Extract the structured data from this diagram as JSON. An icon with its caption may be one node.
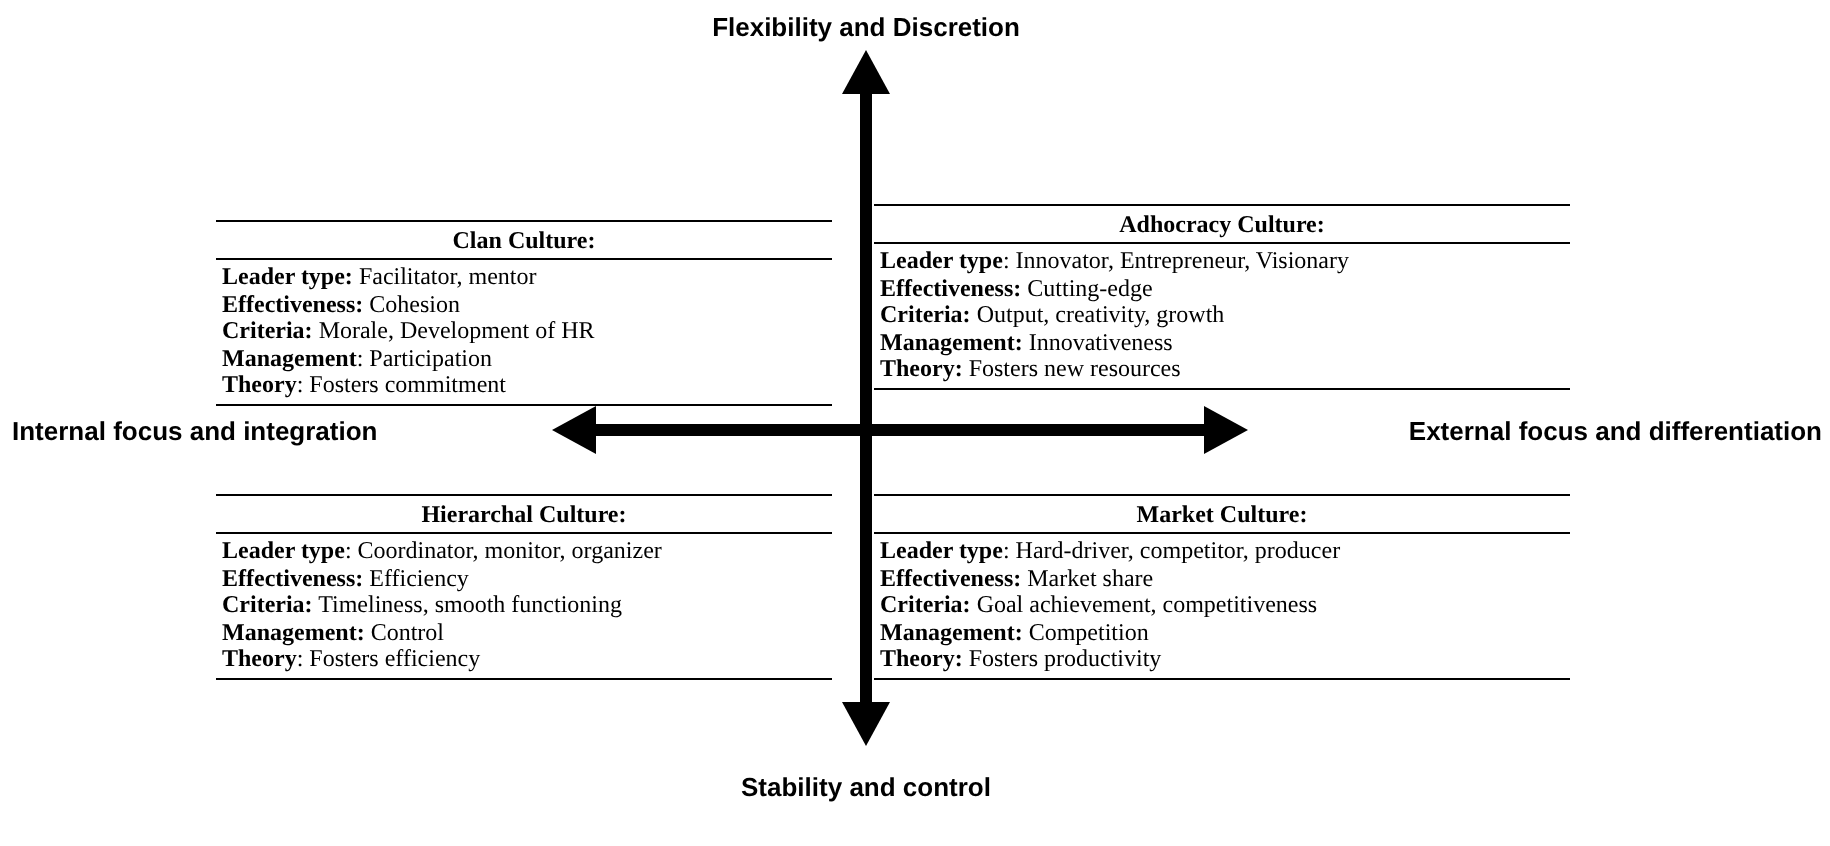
{
  "diagram": {
    "nodes": [
      {
        "text": [
          "Clan Culture:",
          "**Leader type:** Facilitator, mentor",
          "**Effectiveness:** Cohesion",
          "**Criteria:** Morale, Development of HR",
          "**Management**: Participation",
          "**Theory**: Fosters commitment"
        ]
      },
      {
        "text": [
          "Adhocracy Culture:",
          "**Leader type**: Innovator, Entrepreneur, Visionary",
          "**Effectiveness:** Cutting-edge",
          "**Criteria:** Output, creativity, growth",
          "**Management:** Innovativeness",
          "**Theory:** Fosters new resources"
        ]
      },
      {
        "text": [
          "Hierarchal Culture:",
          "**Leader type**: Coordinator, monitor, organizer",
          "**Effectiveness:** Efficiency",
          "**Criteria:** Timeliness, smooth functioning",
          "**Management:** Control",
          "**Theory**: Fosters efficiency"
        ]
      },
      {
        "text": [
          "Market Culture:",
          "**Leader type**: Hard-driver, competitor, producer",
          "**Effectiveness:** Market share",
          "**Criteria:** Goal achievement, competitiveness",
          "**Management:** Competition",
          "**Theory:** Fosters productivity"
        ]
      }
    ],
    "labels": [
      "Flexibility and Discretion",
      "Internal focus and integration",
      "External focus and differentiation",
      "Stability and control"
    ]
  }
}
